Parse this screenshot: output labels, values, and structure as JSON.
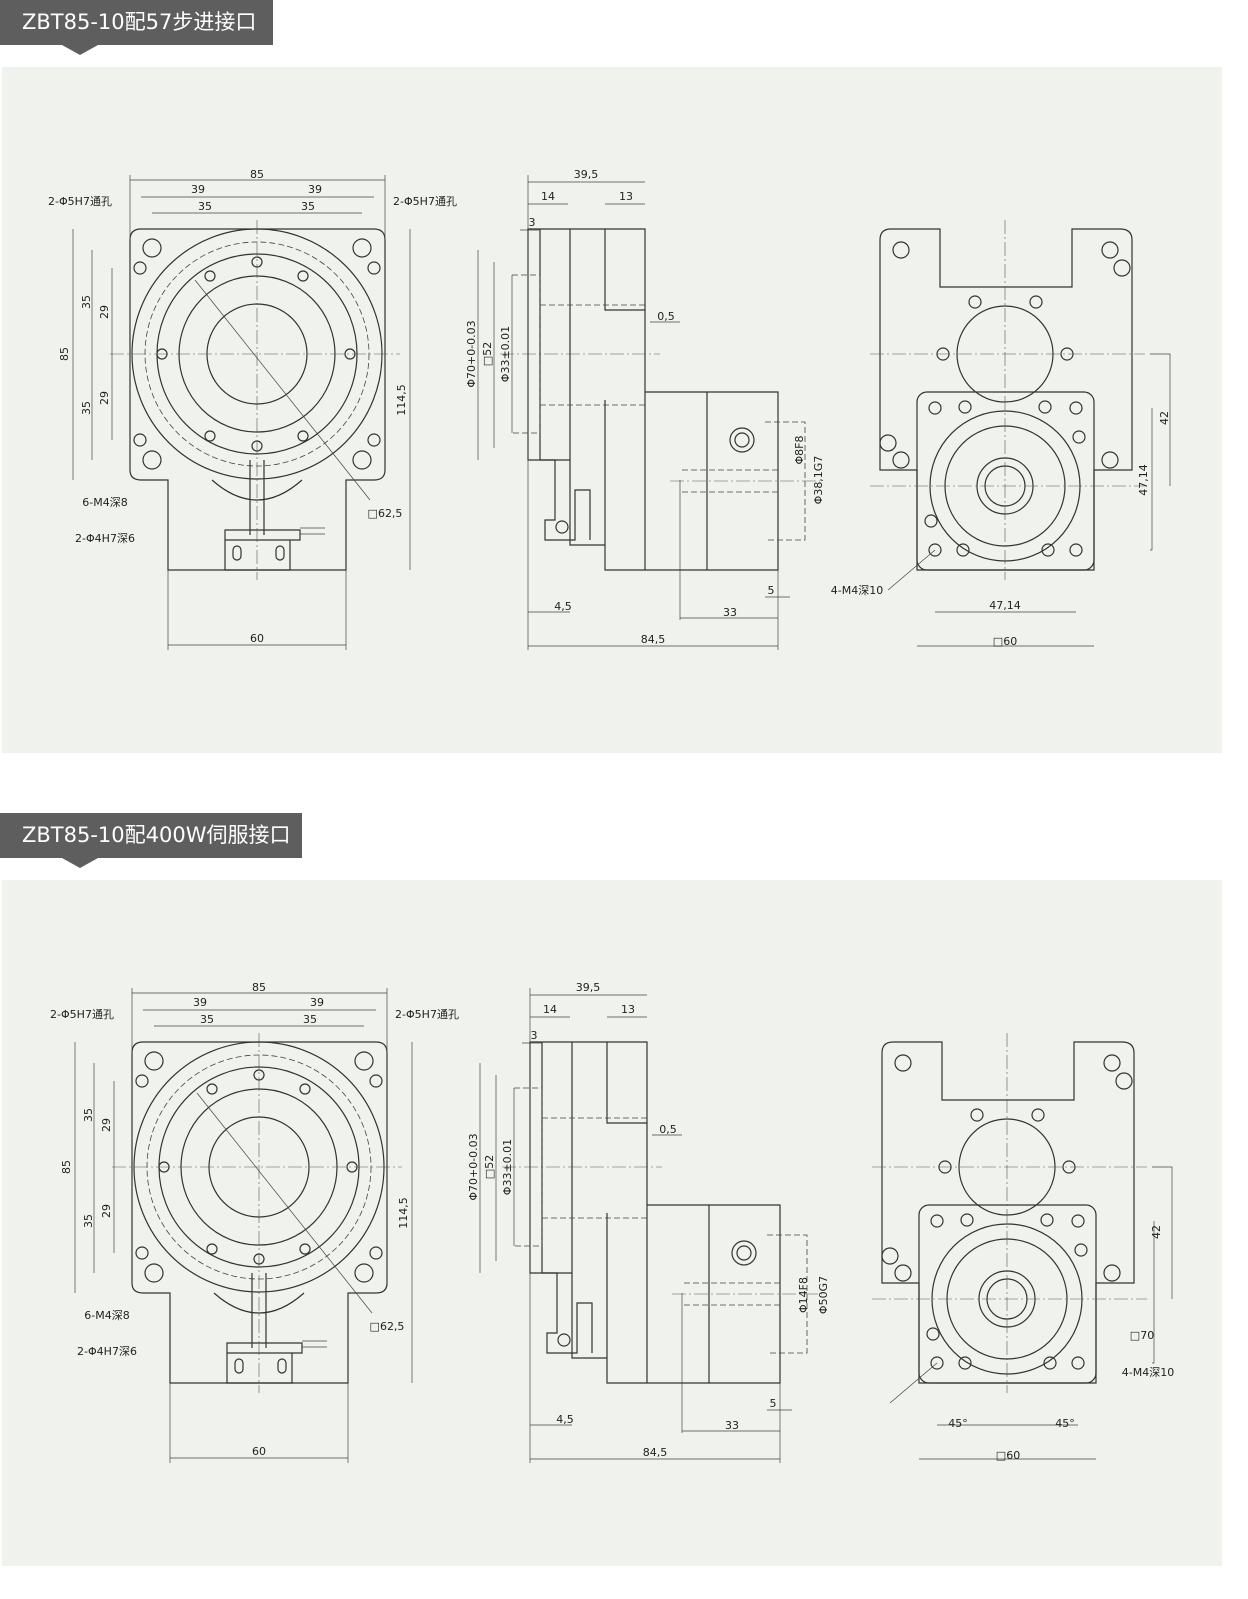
{
  "sections": [
    {
      "title": "ZBT85-10配57步进接口",
      "front_labels": [
        "85",
        "39",
        "39",
        "35",
        "35",
        "2-Φ5H7通孔",
        "2-Φ5H7通孔",
        "85",
        "35",
        "29",
        "35",
        "29",
        "114,5",
        "6-M4深8",
        "2-Φ4H7深6",
        "□62,5",
        "60"
      ],
      "side_labels": [
        "39,5",
        "14",
        "13",
        "3",
        "0,5",
        "Φ70+0-0.03",
        "□52",
        "Φ33±0.01",
        "Φ8F8",
        "Φ38,1G7",
        "5",
        "4,5",
        "33",
        "84,5"
      ],
      "rear_labels": [
        "42",
        "47,14",
        "4-M4深10",
        "47,14",
        "□60"
      ]
    },
    {
      "title": "ZBT85-10配400W伺服接口",
      "front_labels": [
        "85",
        "39",
        "39",
        "35",
        "35",
        "2-Φ5H7通孔",
        "2-Φ5H7通孔",
        "85",
        "35",
        "29",
        "35",
        "29",
        "114,5",
        "6-M4深8",
        "2-Φ4H7深6",
        "□62,5",
        "60"
      ],
      "side_labels": [
        "39,5",
        "14",
        "13",
        "3",
        "0,5",
        "Φ70+0-0.03",
        "□52",
        "Φ33±0.01",
        "Φ14F8",
        "Φ50G7",
        "5",
        "4,5",
        "33",
        "84,5"
      ],
      "rear_labels": [
        "42",
        "□70",
        "4-M4深10",
        "45°",
        "45°",
        "□60"
      ]
    }
  ]
}
